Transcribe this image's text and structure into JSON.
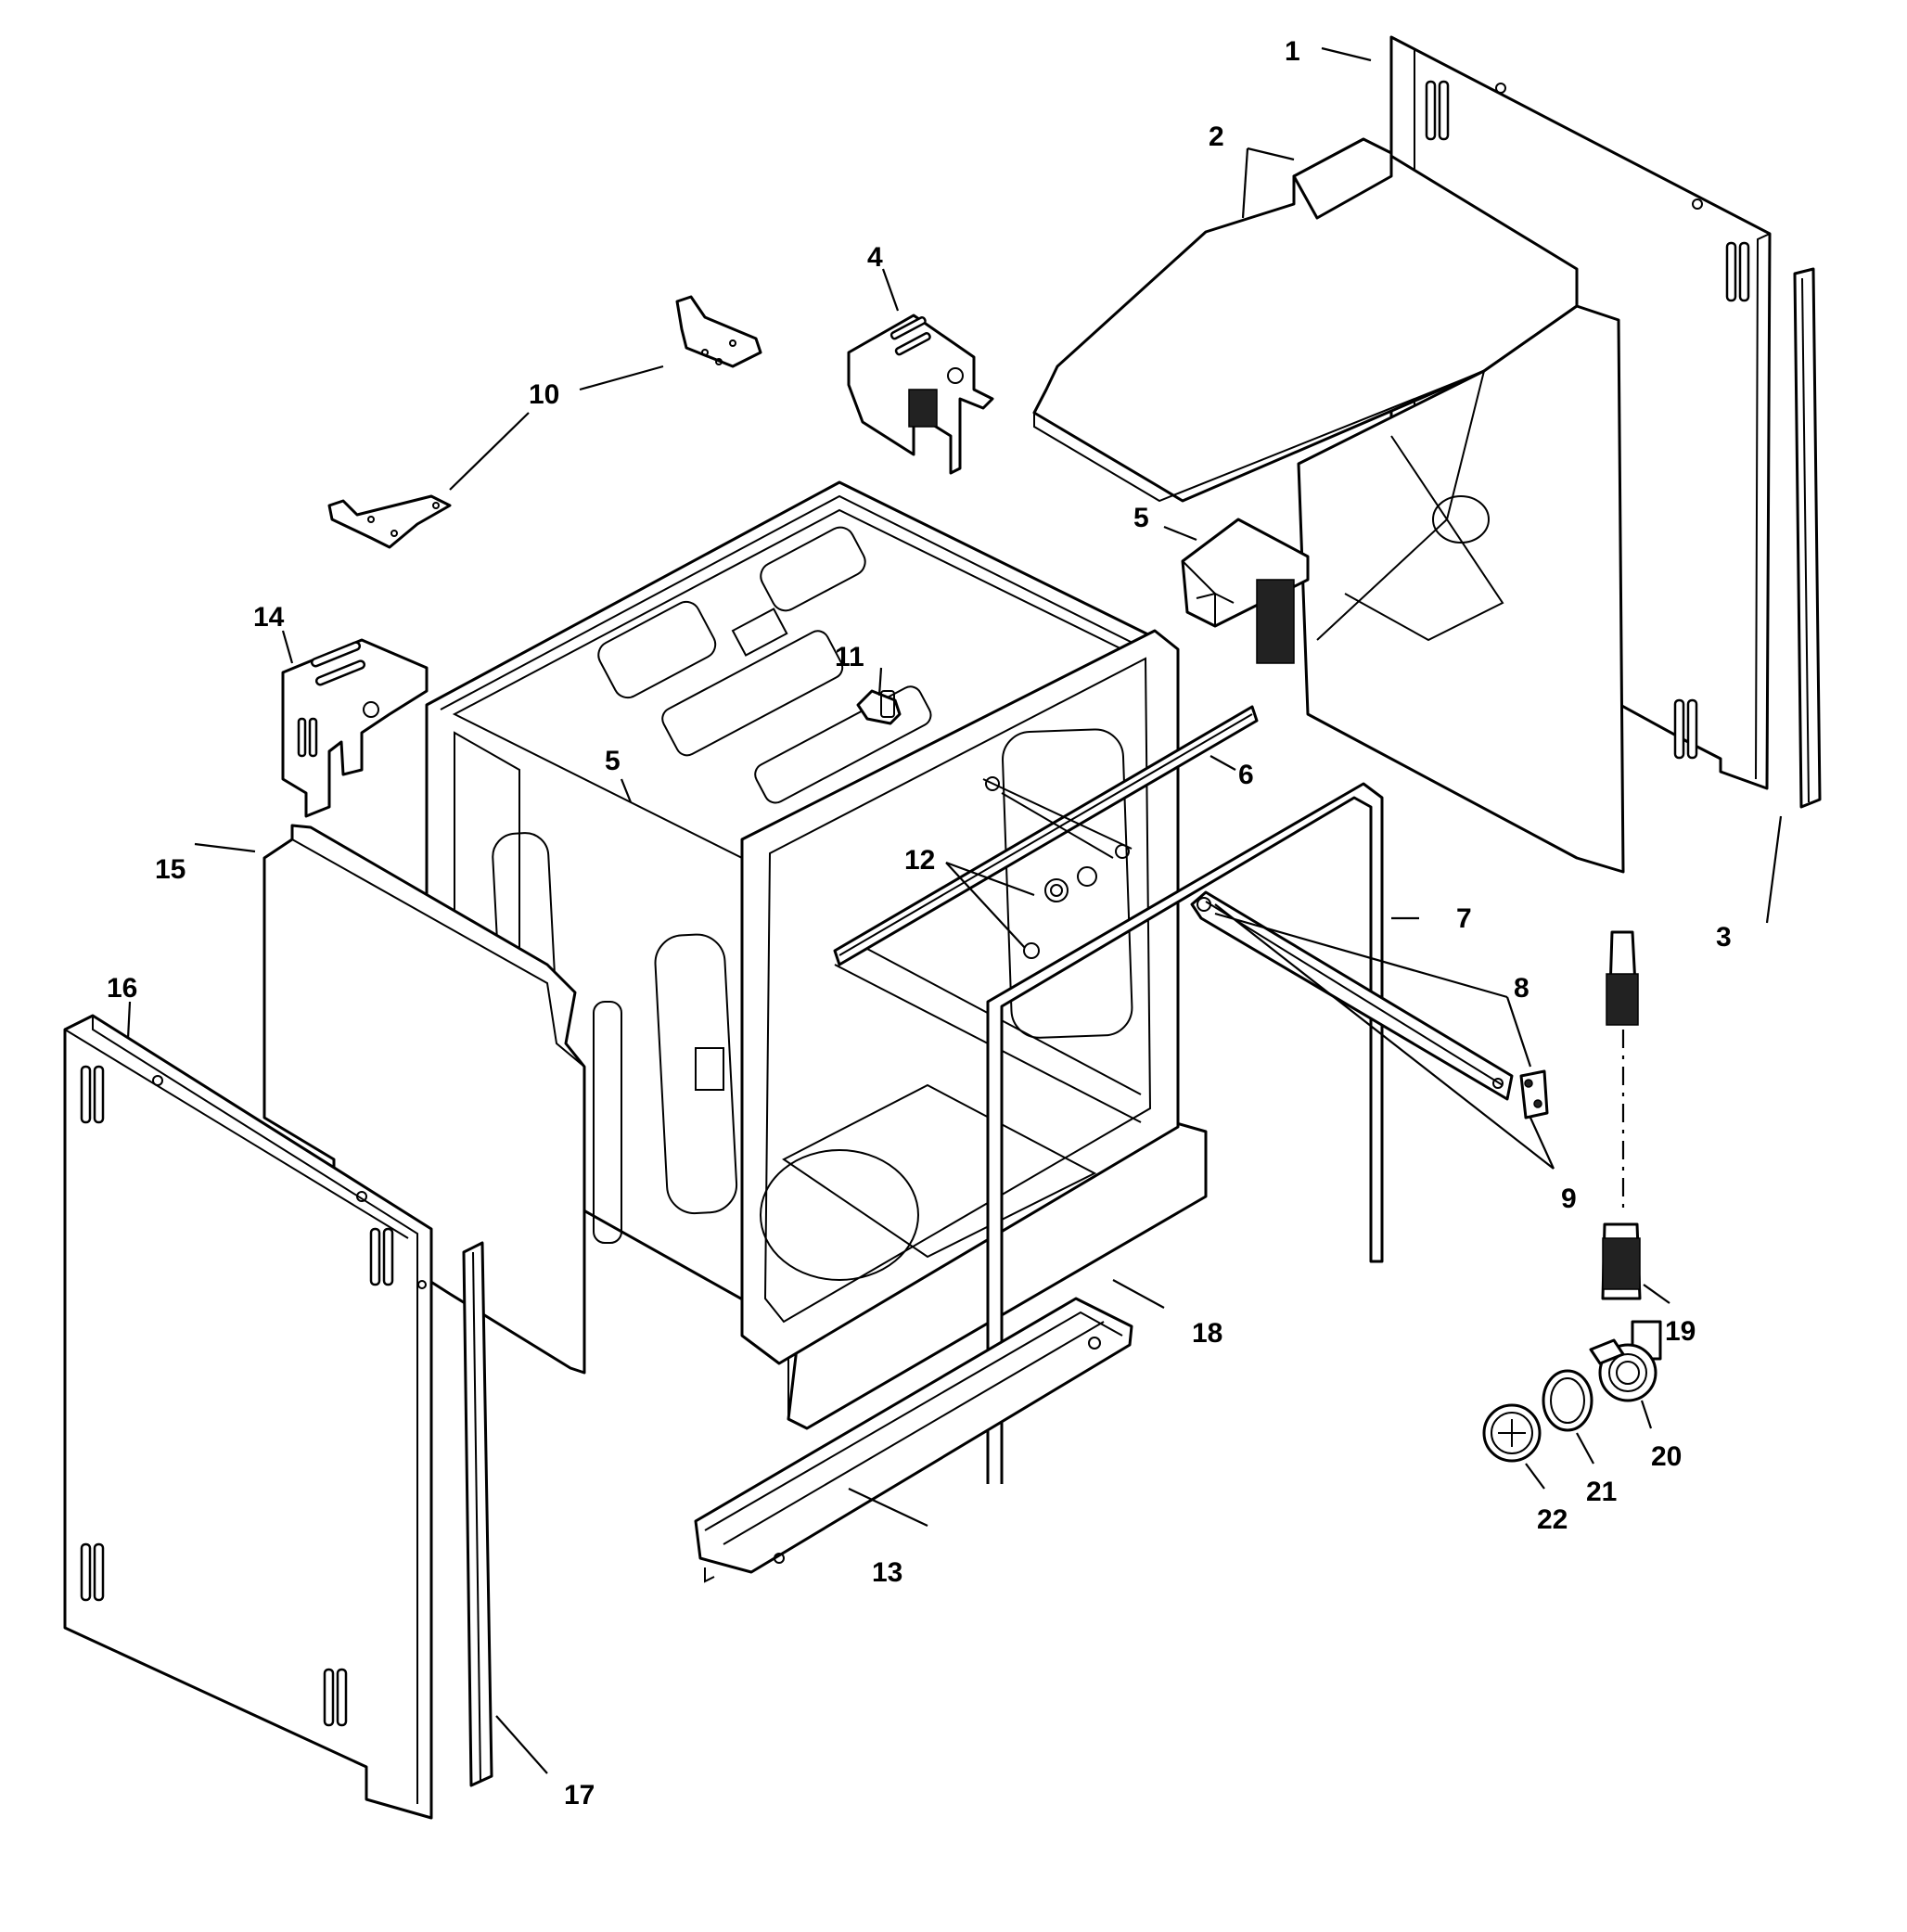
{
  "callouts": {
    "c1": "1",
    "c2": "2",
    "c3": "3",
    "c4": "4",
    "c5a": "5",
    "c5b": "5",
    "c6": "6",
    "c7": "7",
    "c8": "8",
    "c9": "9",
    "c10": "10",
    "c11": "11",
    "c12": "12",
    "c13": "13",
    "c14": "14",
    "c15": "15",
    "c16": "16",
    "c17": "17",
    "c18": "18",
    "c19": "19",
    "c20": "20",
    "c21": "21",
    "c22": "22"
  },
  "colors": {
    "line": "#000000",
    "background": "#ffffff"
  }
}
